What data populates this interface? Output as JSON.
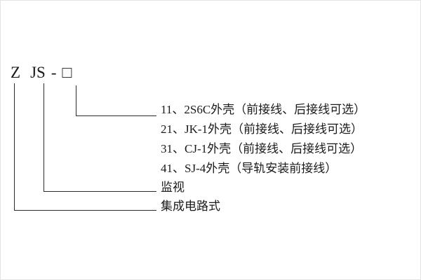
{
  "model": {
    "series_code": "Z",
    "function_code": "JS",
    "dash": "-",
    "variant_box": "□"
  },
  "legend": {
    "rows": [
      {
        "label": "11、2S6C外壳（前接线、后接线可选）"
      },
      {
        "label": "21、JK-1外壳（前接线、后接线可选）"
      },
      {
        "label": "31、CJ-1外壳（前接线、后接线可选）"
      },
      {
        "label": "41、SJ-4外壳（导轨安装前接线）"
      },
      {
        "label": "监视"
      },
      {
        "label": "集成电路式"
      }
    ]
  }
}
